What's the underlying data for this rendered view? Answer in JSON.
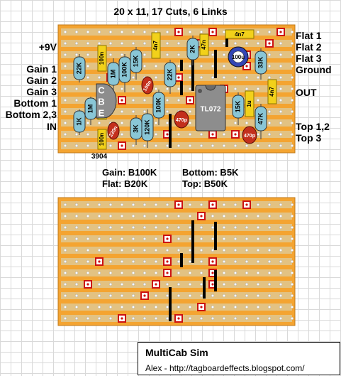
{
  "title": "20 x 11, 17 Cuts, 6 Links",
  "left_labels": [
    "+9V",
    "Gain 1",
    "Gain 2",
    "Gain 3",
    "Bottom 1",
    "Bottom 2,3",
    "IN"
  ],
  "right_labels": [
    "Flat 1",
    "Flat 2",
    "Flat 3",
    "Ground",
    "OUT",
    "Top 1,2",
    "Top 3"
  ],
  "transistor_name": "3904",
  "transistor_pins": [
    "C",
    "B",
    "E"
  ],
  "ic_label": "TL072",
  "pots": {
    "gain": "Gain: B100K",
    "bottom": "Bottom: B5K",
    "flat": "Flat: B20K",
    "top": "Top: B50K"
  },
  "components": {
    "resistors": [
      "22K",
      "1M",
      "1K",
      "1M",
      "100K",
      "15K",
      "3K",
      "100K",
      "120K",
      "22K",
      "2K",
      "33K",
      "15K",
      "47K"
    ],
    "capacitors": [
      "100n",
      "100n",
      "100n",
      "220n",
      "4n7",
      "47n",
      "4n7",
      "4n7",
      "470p",
      "470p",
      "100u",
      "1u"
    ]
  },
  "info": {
    "name": "MultiCab Sim",
    "author": "Alex - http://tagboardeffects.blogspot.com/"
  },
  "colors": {
    "board": "#f4a431",
    "strip": "#e2c283",
    "cut": "#cc1111",
    "resistor": "#89c6d6",
    "film_cap": "#f2d11a",
    "ceramic_cap": "#c32f1c",
    "electrolytic": "#3346b5",
    "ic": "#8d8d8d"
  }
}
